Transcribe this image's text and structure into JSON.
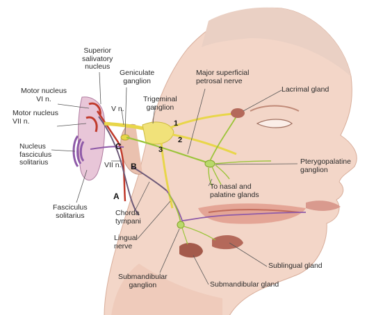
{
  "labels": {
    "superior_salivatory_nucleus": [
      "Superior",
      "salivatory",
      "nucleus"
    ],
    "geniculate_ganglion": [
      "Geniculate",
      "ganglion"
    ],
    "major_superficial_petrosal_nerve": [
      "Major superficial",
      "petrosal nerve"
    ],
    "lacrimal_gland": "Lacrimal gland",
    "motor_nucleus_vi": [
      "Motor nucleus",
      "VI n."
    ],
    "motor_nucleus_vii": [
      "Motor nucleus",
      "VII n."
    ],
    "v_n": "V n.",
    "trigeminal_ganglion": [
      "Trigeminal",
      "ganglion"
    ],
    "nucleus_fasciculus_solitarius": [
      "Nucleus",
      "fasciculus",
      "solitarius"
    ],
    "vii_n": "VII n.",
    "pterygopalatine_ganglion": [
      "Pterygopalatine",
      "ganglion"
    ],
    "to_nasal_and_palatine_glands": [
      "To nasal and",
      "palatine glands"
    ],
    "fasciculus_solitarius": [
      "Fasciculus",
      "solitarius"
    ],
    "chorda_tympani": [
      "Chorda",
      "tympani"
    ],
    "lingual_nerve": [
      "Lingual",
      "nerve"
    ],
    "sublingual_gland": "Sublingual gland",
    "submandibular_ganglion": [
      "Submandibular",
      "ganglion"
    ],
    "submandibular_gland": "Submandibular gland"
  },
  "trigeminal_divisions": [
    "1",
    "2",
    "3"
  ],
  "pathway_letters": [
    "A",
    "B",
    "C"
  ],
  "colors": {
    "skin": "#f3d6c8",
    "skin_shadow": "#e4b8a6",
    "outline": "#c89a88",
    "brainstem_red": "#c0392b",
    "brainstem_purple": "#8e5aa8",
    "nerve_yellow": "#e8d64a",
    "nerve_green": "#9bc43a",
    "nerve_dark": "#6e5a78",
    "gland": "#b4695a",
    "leader": "#555555"
  }
}
